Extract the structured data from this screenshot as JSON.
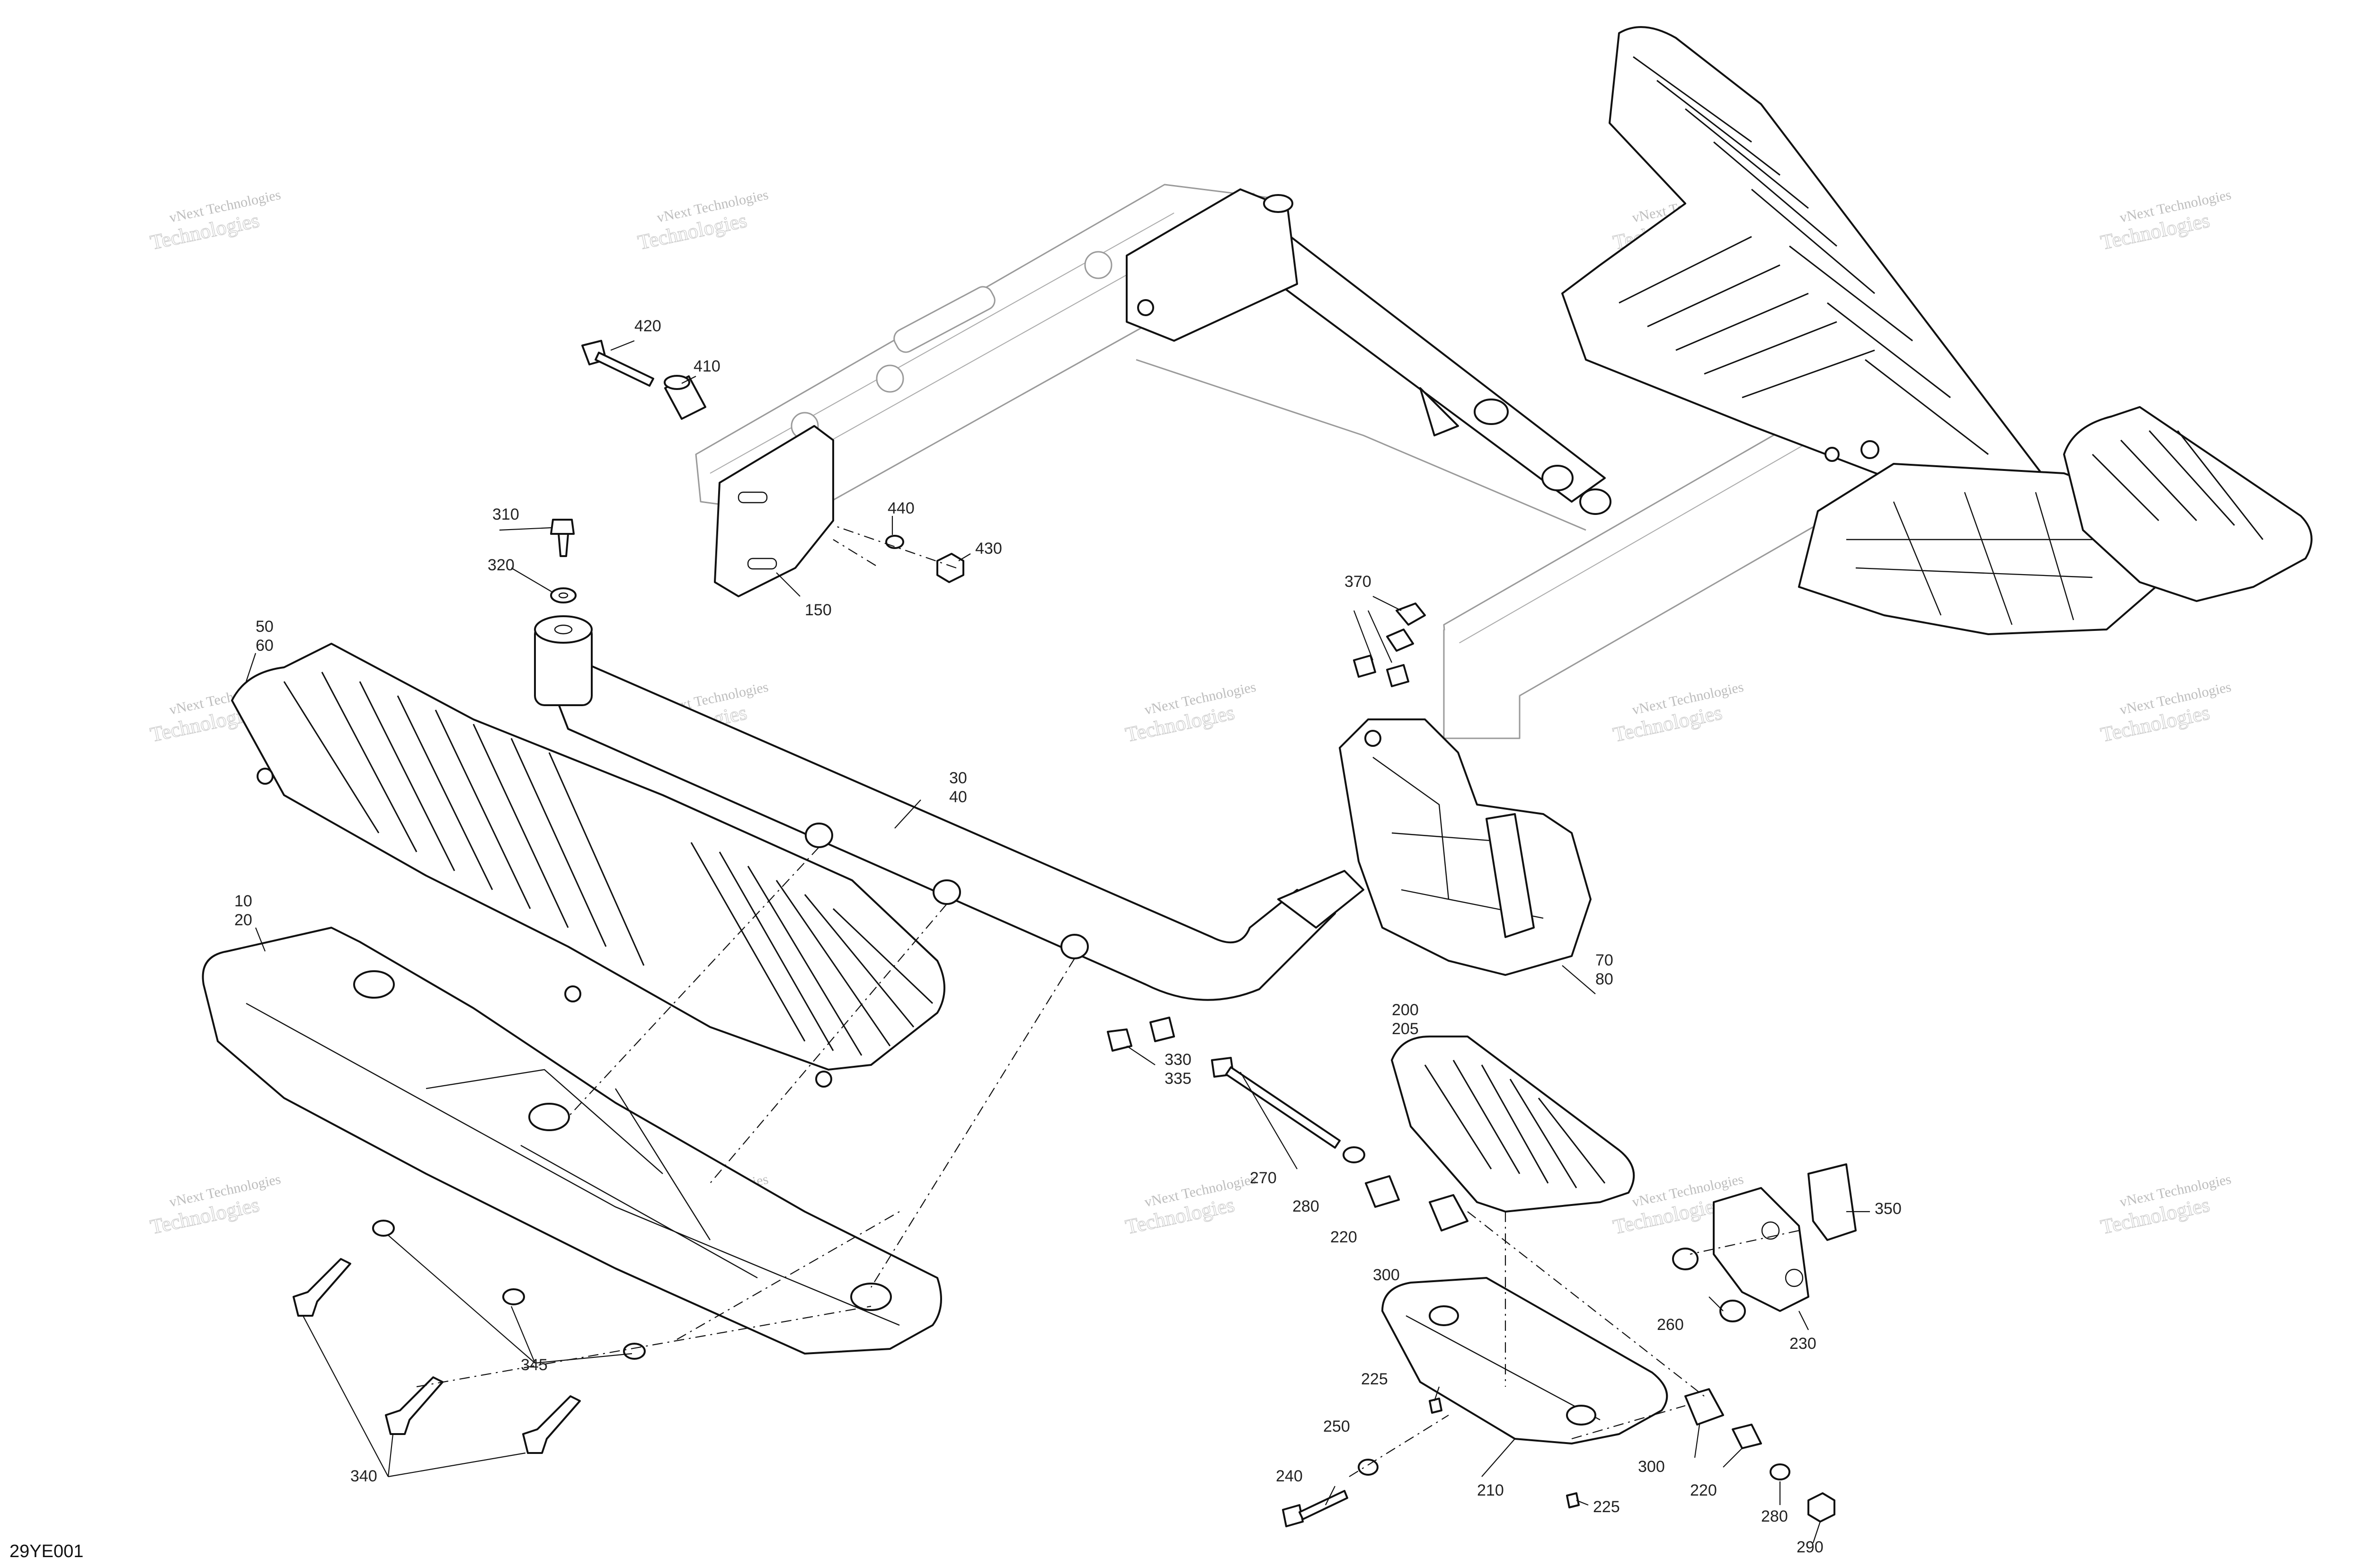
{
  "diagram": {
    "reference_code": "29YE001",
    "watermarks": [
      {
        "line1": "vNext Technologies",
        "line2": "Technologies"
      }
    ],
    "callouts": [
      {
        "id": "420",
        "label": "420"
      },
      {
        "id": "410",
        "label": "410"
      },
      {
        "id": "440",
        "label": "440"
      },
      {
        "id": "430",
        "label": "430"
      },
      {
        "id": "310",
        "label": "310"
      },
      {
        "id": "320",
        "label": "320"
      },
      {
        "id": "150",
        "label": "150"
      },
      {
        "id": "50",
        "label": "50"
      },
      {
        "id": "60",
        "label": "60"
      },
      {
        "id": "30",
        "label": "30"
      },
      {
        "id": "40",
        "label": "40"
      },
      {
        "id": "10",
        "label": "10"
      },
      {
        "id": "20",
        "label": "20"
      },
      {
        "id": "370",
        "label": "370"
      },
      {
        "id": "70",
        "label": "70"
      },
      {
        "id": "80",
        "label": "80"
      },
      {
        "id": "200",
        "label": "200"
      },
      {
        "id": "205",
        "label": "205"
      },
      {
        "id": "330",
        "label": "330"
      },
      {
        "id": "335",
        "label": "335"
      },
      {
        "id": "270",
        "label": "270"
      },
      {
        "id": "280a",
        "label": "280"
      },
      {
        "id": "220a",
        "label": "220"
      },
      {
        "id": "300a",
        "label": "300"
      },
      {
        "id": "350",
        "label": "350"
      },
      {
        "id": "260",
        "label": "260"
      },
      {
        "id": "230",
        "label": "230"
      },
      {
        "id": "225a",
        "label": "225"
      },
      {
        "id": "250",
        "label": "250"
      },
      {
        "id": "240",
        "label": "240"
      },
      {
        "id": "210",
        "label": "210"
      },
      {
        "id": "225b",
        "label": "225"
      },
      {
        "id": "300b",
        "label": "300"
      },
      {
        "id": "220b",
        "label": "220"
      },
      {
        "id": "280b",
        "label": "280"
      },
      {
        "id": "290",
        "label": "290"
      },
      {
        "id": "345",
        "label": "345"
      },
      {
        "id": "340",
        "label": "340"
      }
    ]
  }
}
